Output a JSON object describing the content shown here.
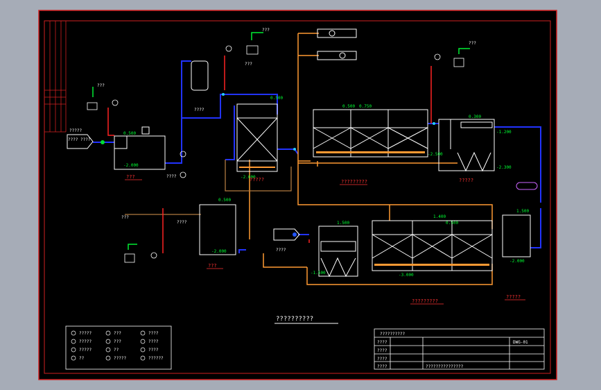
{
  "title": "??????????",
  "title_block": {
    "org": "??????????",
    "drawing_title": "???????????????",
    "rows": [
      "????",
      "????",
      "????",
      "????"
    ],
    "drawing_no": "DWG-01"
  },
  "tanks": {
    "t1": "???",
    "t2": "?????",
    "t3": "?????????",
    "t4": "?????",
    "t5": "???",
    "t6": "?????????",
    "t7": "?????"
  },
  "tags": {
    "inlet": "?????",
    "inlet_box": "???? ????",
    "sludge": "????",
    "pump": "????",
    "vent": "????",
    "dose": "???",
    "chem": "???",
    "air": "????"
  },
  "levels": {
    "t1_top": "0.500",
    "t1_bot": "-2.000",
    "t2_top": "0.500",
    "t2_bot": "-2.000",
    "t3_a": "0.500",
    "t3_b": "0.750",
    "t3_c": "-2.500",
    "t4_top": "0.300",
    "t4_b": "-1.200",
    "t4_bot": "-2.300",
    "t5_top": "0.500",
    "t5_bot": "-2.000",
    "t6_a": "1.400",
    "t6_b": "0.500",
    "t6_c": "-3.000",
    "t7_top": "1.500",
    "t7_bot": "-1.500",
    "t8_top": "1.500",
    "t8_bot": "-2.000"
  },
  "legend": [
    {
      "icon": "valve",
      "label": "?????"
    },
    {
      "icon": "check-valve",
      "label": "?????"
    },
    {
      "icon": "gate-valve",
      "label": "?????"
    },
    {
      "icon": "ball-valve",
      "label": "??"
    },
    {
      "icon": "plug",
      "label": "???"
    },
    {
      "icon": "pump",
      "label": "???"
    },
    {
      "icon": "meter",
      "label": "??"
    },
    {
      "icon": "dosing",
      "label": "?????"
    },
    {
      "icon": "gauge",
      "label": "????"
    },
    {
      "icon": "blower",
      "label": "????"
    },
    {
      "icon": "minus",
      "label": "????"
    },
    {
      "icon": "box",
      "label": "??????"
    }
  ]
}
